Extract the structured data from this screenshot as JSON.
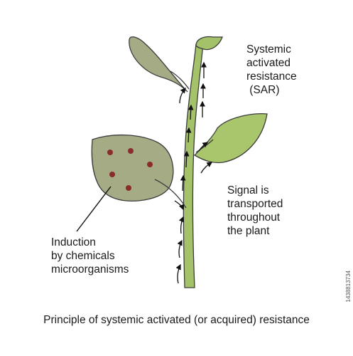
{
  "labels": {
    "sar": [
      "Systemic",
      "activated",
      "resistance",
      " (SAR)"
    ],
    "signal": [
      "Signal is",
      "transported",
      "throughout",
      "the plant"
    ],
    "induction": [
      "Induction",
      "by chemicals",
      "microorganisms"
    ]
  },
  "caption": "Principle of systemic activated (or acquired) resistance",
  "stock_id": "1438813734",
  "colors": {
    "stem": "#a3c26a",
    "leaf_green": "#a9c66d",
    "leaf_infected": "#a5ab85",
    "spot": "#8b2c2c",
    "outline": "#3c3c3c"
  }
}
